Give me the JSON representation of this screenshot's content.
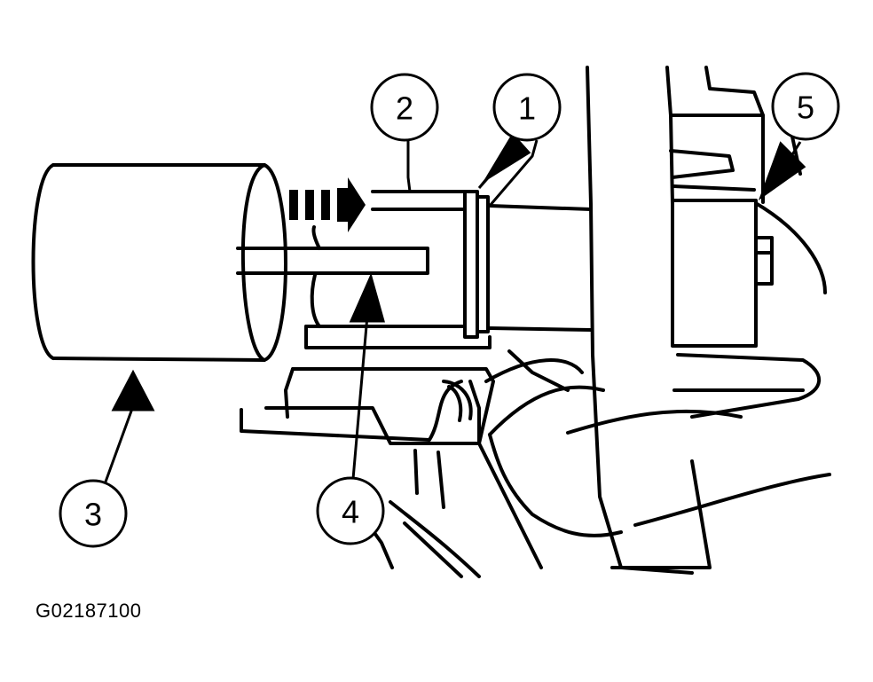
{
  "callouts": [
    {
      "id": "c1",
      "label": "1"
    },
    {
      "id": "c2",
      "label": "2"
    },
    {
      "id": "c3",
      "label": "3"
    },
    {
      "id": "c4",
      "label": "4"
    },
    {
      "id": "c5",
      "label": "5"
    }
  ],
  "figure_id": "G02187100",
  "colors": {
    "ink": "#000000",
    "paper": "#ffffff"
  }
}
